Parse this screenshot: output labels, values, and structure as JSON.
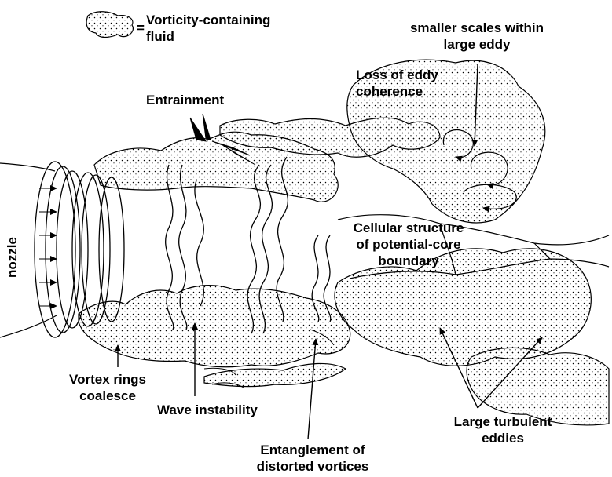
{
  "legend": {
    "equals_sign": "=",
    "line1": "Vorticity-containing",
    "line2": "fluid"
  },
  "labels": {
    "nozzle": "nozzle",
    "entrainment": "Entrainment",
    "loss_of_coherence": [
      "Loss of eddy",
      "coherence"
    ],
    "smaller_scales": [
      "smaller scales within",
      "large eddy"
    ],
    "cellular_structure": [
      "Cellular structure",
      "of potential-core",
      "boundary"
    ],
    "vortex_rings": [
      "Vortex rings",
      "coalesce"
    ],
    "wave_instability": "Wave instability",
    "entanglement": [
      "Entanglement of",
      "distorted vortices"
    ],
    "large_eddies": [
      "Large turbulent",
      "eddies"
    ]
  },
  "colors": {
    "ink": "#000000",
    "paper": "#ffffff",
    "stipple": "#000000"
  }
}
